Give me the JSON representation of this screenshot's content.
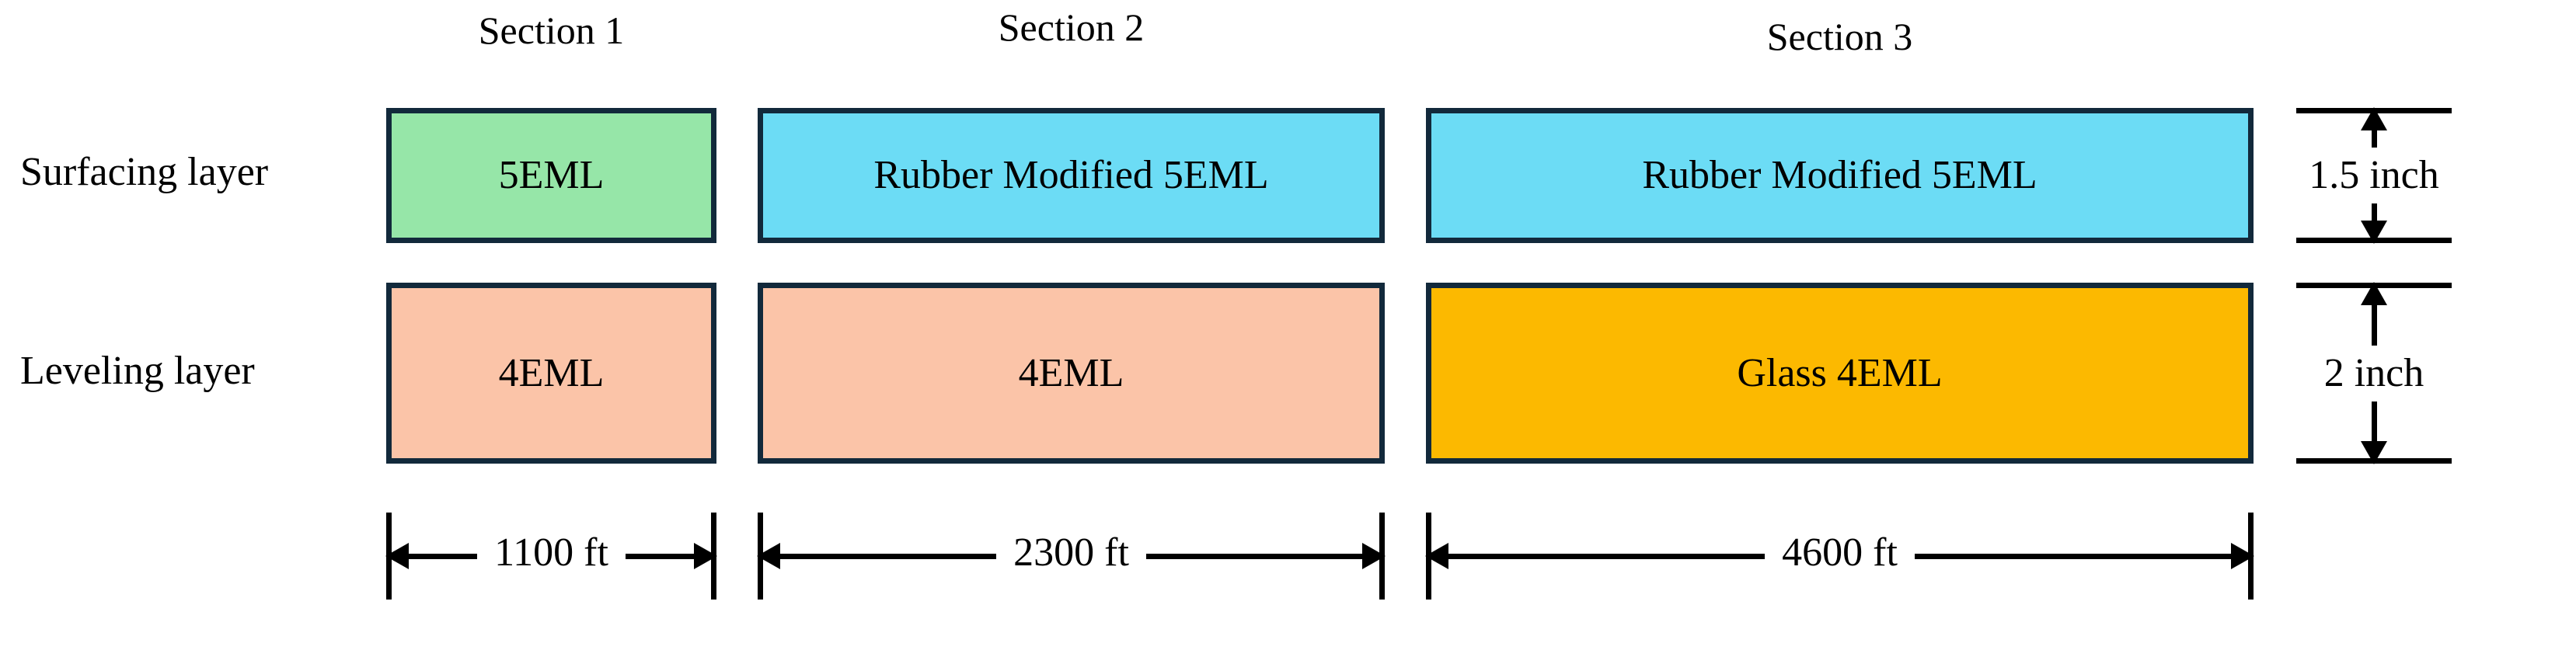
{
  "diagram": {
    "row_labels": [
      {
        "name": "surfacing",
        "text": "Surfacing layer"
      },
      {
        "name": "leveling",
        "text": "Leveling layer"
      }
    ],
    "sections": [
      {
        "title": "Section 1",
        "length_label": "1100 ft",
        "surfacing": {
          "material": "5EML",
          "color": "#96e6a8"
        },
        "leveling": {
          "material": "4EML",
          "color": "#fbc4a8"
        }
      },
      {
        "title": "Section 2",
        "length_label": "2300 ft",
        "surfacing": {
          "material": "Rubber Modified 5EML",
          "color": "#6cdcf5"
        },
        "leveling": {
          "material": "4EML",
          "color": "#fbc4a8"
        }
      },
      {
        "title": "Section 3",
        "length_label": "4600 ft",
        "surfacing": {
          "material": "Rubber Modified 5EML",
          "color": "#6cdcf5"
        },
        "leveling": {
          "material": "Glass 4EML",
          "color": "#fcb900"
        }
      }
    ],
    "thickness": [
      {
        "name": "surfacing-thickness",
        "text": "1.5 inch"
      },
      {
        "name": "leveling-thickness",
        "text": "2 inch"
      }
    ],
    "style": {
      "border_color": "#12293b",
      "line_color": "#000000",
      "background": "#ffffff"
    }
  }
}
